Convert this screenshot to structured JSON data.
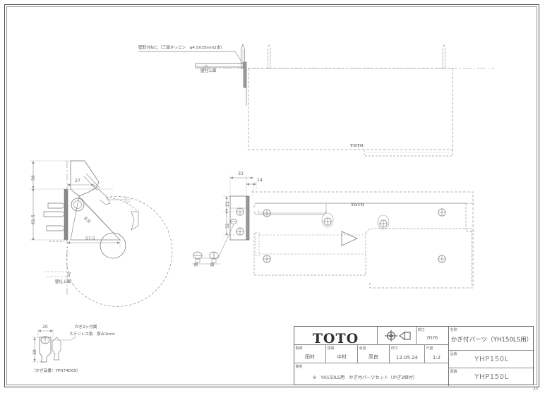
{
  "sheet": {
    "size_mark": "A3",
    "background": "#ffffff",
    "line_color": "#6a6a6a"
  },
  "annotations": {
    "wall_screw_note": "壁取付ねじ（三価タッピン　φ4.5X35mm2本）",
    "wall_finish_top": "壁仕上面",
    "wall_finish_left": "壁仕上面",
    "key_note_line1": "かぎ2ヶ付属",
    "key_note_line2": "ステンレス製　厚み1mm",
    "key_part_note": "（かぎ品番：YPH74D09）",
    "lock_closed": "閉",
    "lock_open": "開",
    "product_logo": "TOTO"
  },
  "dimensions": {
    "side_view": [
      {
        "id": "d56",
        "value": "56"
      },
      {
        "id": "d615",
        "value": "61.5"
      },
      {
        "id": "d27",
        "value": "27"
      },
      {
        "id": "d575",
        "value": "57.5"
      },
      {
        "id": "d88",
        "value": "8.8"
      }
    ],
    "plan_view": [
      {
        "id": "d33",
        "value": "33"
      },
      {
        "id": "d14",
        "value": "14"
      },
      {
        "id": "d21",
        "value": "21"
      },
      {
        "id": "d32",
        "value": "32"
      }
    ],
    "key_detail": [
      {
        "id": "k20",
        "value": "20"
      },
      {
        "id": "k30",
        "value": "30"
      }
    ]
  },
  "title_block": {
    "brand": "TOTO",
    "projection_symbol": "third-angle",
    "unit_label": "単位",
    "unit_value": "ｍｍ",
    "fields": [
      {
        "label": "製図",
        "value": "田村"
      },
      {
        "label": "検図",
        "value": "中村"
      },
      {
        "label": "承認",
        "value": "高良"
      },
      {
        "label": "日付",
        "value": "12.05.24"
      },
      {
        "label": "尺度",
        "value": "1:2"
      }
    ],
    "remarks_label": "備考",
    "remarks_value": "※　YH150LS用　かぎ付パーツセット（かぎ2個付）",
    "name_label": "名称",
    "name_value": "かぎ付パーツ（YH150LS用）",
    "code_label": "品番",
    "code_value": "YHP150L",
    "drawing_label": "図番",
    "drawing_value": "YHP150L"
  }
}
